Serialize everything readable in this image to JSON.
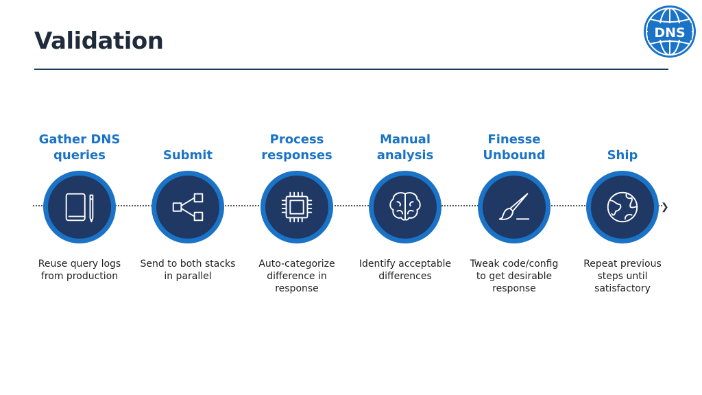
{
  "title": "Validation",
  "logo": {
    "text": "DNS",
    "color": "#1a73c6"
  },
  "colors": {
    "accent": "#1a73c6",
    "circle_fill": "#1f3864",
    "rule": "#1e3a5f"
  },
  "steps": [
    {
      "title": "Gather DNS\nqueries",
      "icon": "notebook-pencil-icon",
      "description": "Reuse query logs\nfrom production"
    },
    {
      "title": "Submit",
      "icon": "share-network-icon",
      "description": "Send to both stacks\nin parallel"
    },
    {
      "title": "Process\nresponses",
      "icon": "cpu-chip-icon",
      "description": "Auto-categorize\ndifference in\nresponse"
    },
    {
      "title": "Manual\nanalysis",
      "icon": "brain-icon",
      "description": "Identify acceptable\ndifferences"
    },
    {
      "title": "Finesse\nUnbound",
      "icon": "paintbrush-icon",
      "description": "Tweak code/config\nto get desirable\nresponse"
    },
    {
      "title": "Ship",
      "icon": "globe-icon",
      "description": "Repeat previous\nsteps until\nsatisfactory"
    }
  ]
}
